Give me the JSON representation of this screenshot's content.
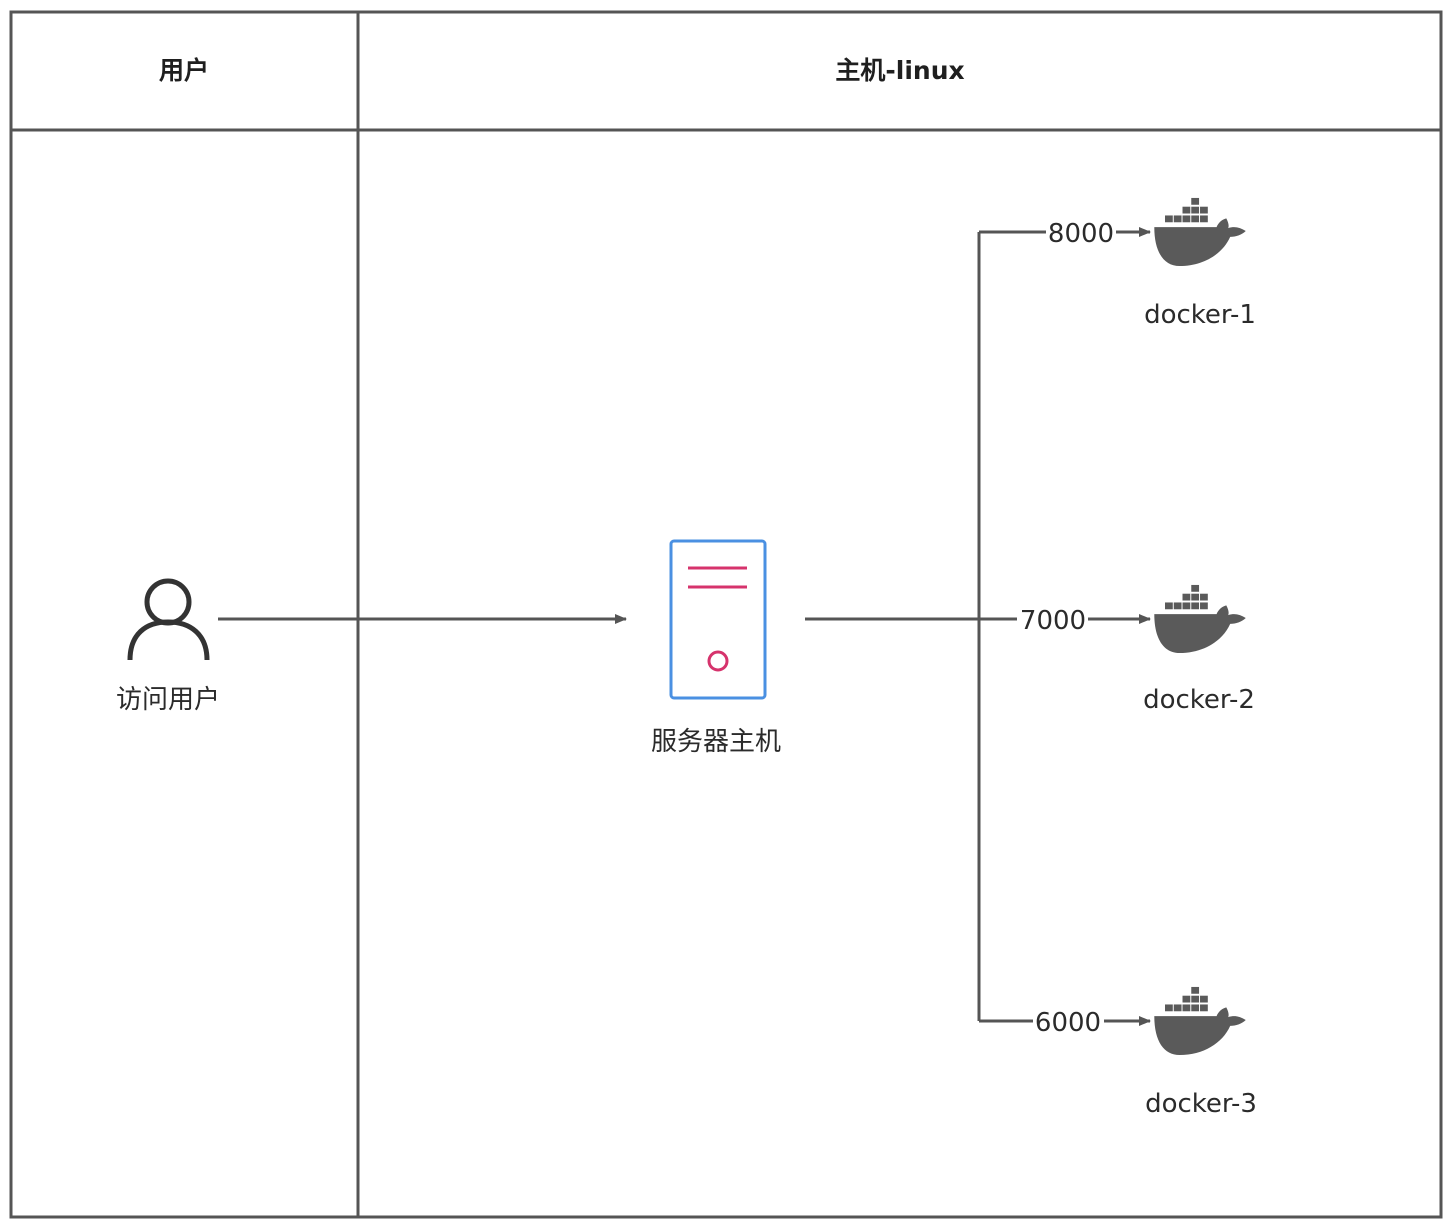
{
  "lanes": {
    "user": {
      "title": "用户"
    },
    "host": {
      "title": "主机-linux"
    }
  },
  "nodes": {
    "user": {
      "label": "访问用户",
      "icon": "person-icon"
    },
    "server": {
      "label": "服务器主机",
      "icon": "server-icon"
    },
    "containers": [
      {
        "label": "docker-1",
        "port": "8000",
        "icon": "docker-whale-icon"
      },
      {
        "label": "docker-2",
        "port": "7000",
        "icon": "docker-whale-icon"
      },
      {
        "label": "docker-3",
        "port": "6000",
        "icon": "docker-whale-icon"
      }
    ]
  },
  "colors": {
    "line": "#555555",
    "icon": "#5a5a5a",
    "server_frame": "#4a90e2",
    "server_accent": "#d6336c"
  }
}
